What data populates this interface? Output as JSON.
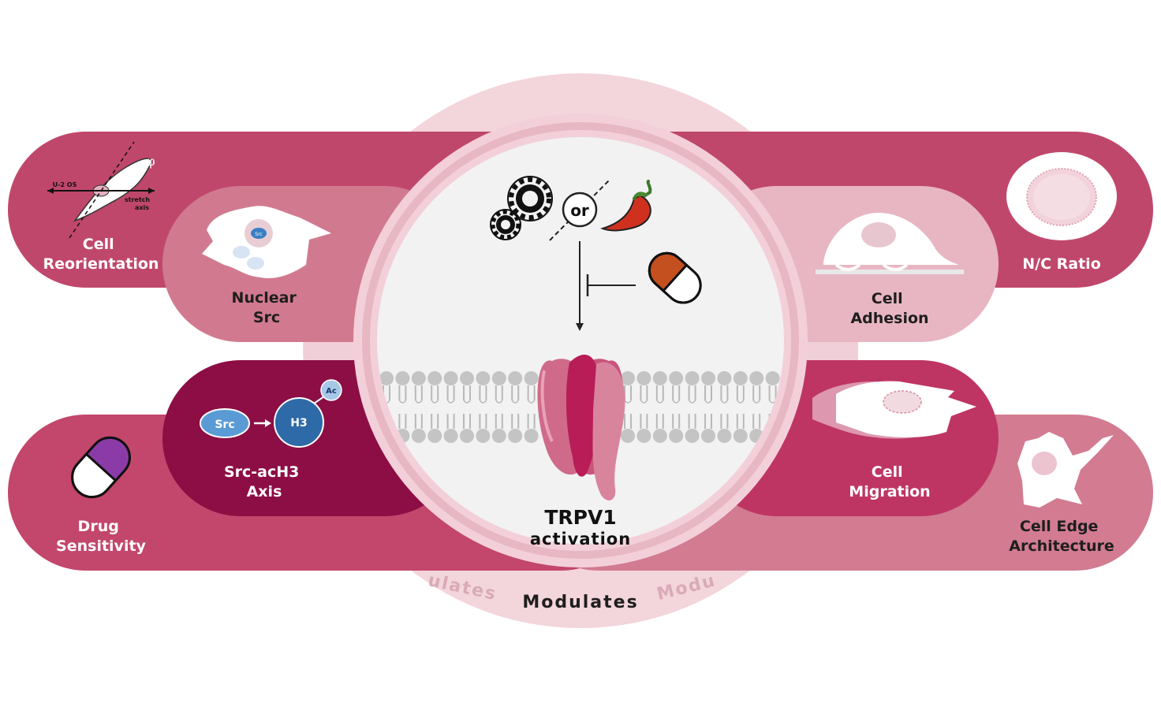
{
  "center": {
    "title": "TRPV1",
    "subtitle": "activation",
    "or_label": "or",
    "ring_text": {
      "main": "Modulates",
      "left_faded": "ulates",
      "right_faded": "Modu"
    }
  },
  "labels": {
    "cell_reorientation": [
      "Cell",
      "Reorientation"
    ],
    "nuclear_src": [
      "Nuclear",
      "Src"
    ],
    "src_ach3": [
      "Src-acH3",
      "Axis"
    ],
    "drug_sensitivity": [
      "Drug",
      "Sensitivity"
    ],
    "nc_ratio": [
      "N/C Ratio"
    ],
    "cell_adhesion": [
      "Cell",
      "Adhesion"
    ],
    "cell_migration": [
      "Cell",
      "Migration"
    ],
    "cell_edge": [
      "Cell Edge",
      "Architecture"
    ]
  },
  "icon_text": {
    "u2os": "U-2 OS",
    "stretch": "stretch",
    "axis": "axis",
    "phi": "φ",
    "src": "Src",
    "h3": "H3",
    "ac": "Ac"
  },
  "colors": {
    "band_top": "#c0476c",
    "band_dark": "#8c0e44",
    "band_mid": "#be3564",
    "band_light": "#d0798f",
    "pill_light": "#e8b6c3",
    "ring_bg": "#f3d5dc",
    "center_bg": "#f2f2f2"
  }
}
